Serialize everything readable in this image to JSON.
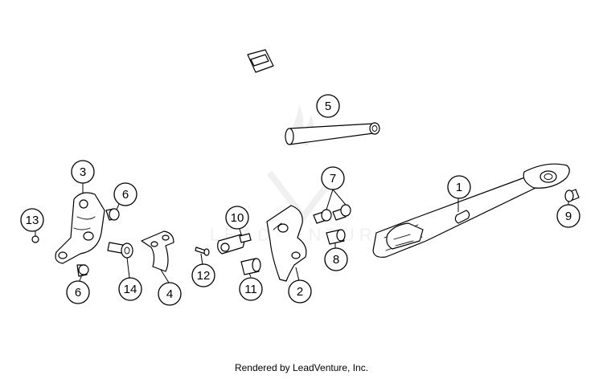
{
  "footer": {
    "text": "Rendered by LeadVenture, Inc."
  },
  "watermark": {
    "text": "LEADVENTURE"
  },
  "callouts": [
    {
      "id": "c1",
      "number": "1"
    },
    {
      "id": "c2",
      "number": "2"
    },
    {
      "id": "c3",
      "number": "3"
    },
    {
      "id": "c4",
      "number": "4"
    },
    {
      "id": "c5",
      "number": "5"
    },
    {
      "id": "c6a",
      "number": "6"
    },
    {
      "id": "c6b",
      "number": "6"
    },
    {
      "id": "c7",
      "number": "7"
    },
    {
      "id": "c8",
      "number": "8"
    },
    {
      "id": "c9",
      "number": "9"
    },
    {
      "id": "c10",
      "number": "10"
    },
    {
      "id": "c11",
      "number": "11"
    },
    {
      "id": "c12",
      "number": "12"
    },
    {
      "id": "c13",
      "number": "13"
    },
    {
      "id": "c14",
      "number": "14"
    }
  ]
}
